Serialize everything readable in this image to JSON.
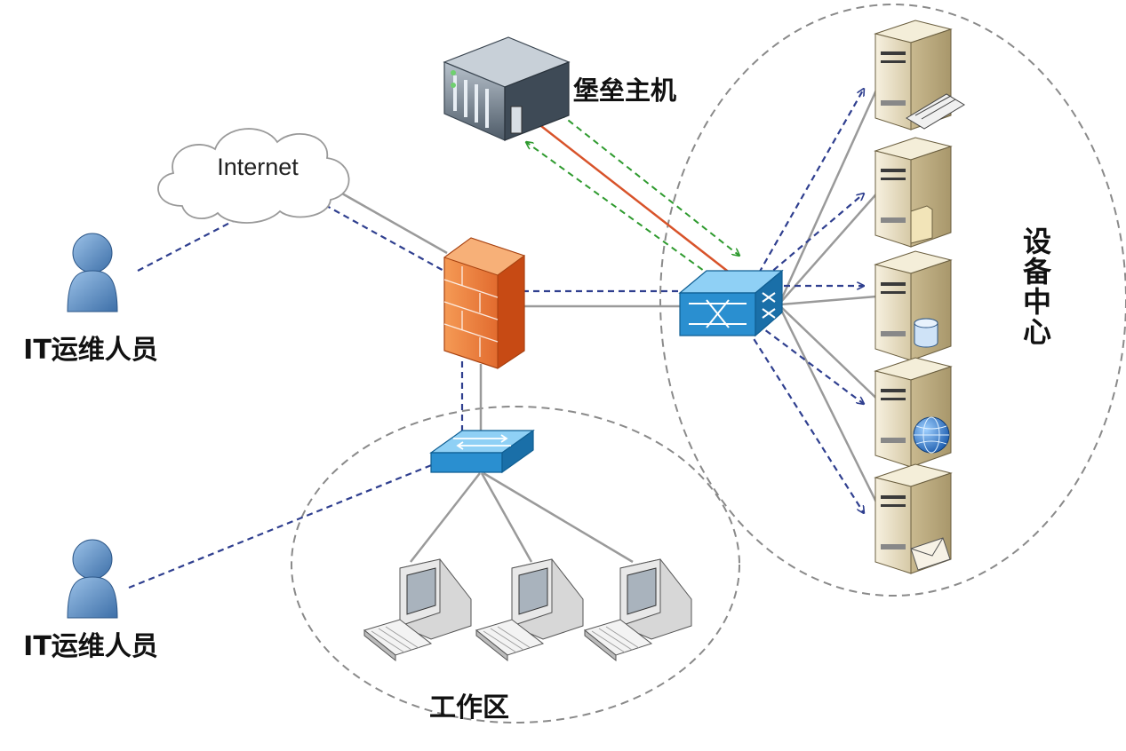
{
  "labels": {
    "internet": "Internet",
    "bastion_host": "堡垒主机",
    "it_staff_top": "IT运维人员",
    "it_staff_bottom": "IT运维人员",
    "work_area": "工作区",
    "datacenter_chars": [
      "设",
      "备",
      "中",
      "心"
    ]
  },
  "colors": {
    "dashed_blue": "#2f3f8f",
    "dashed_green": "#2e9a2e",
    "solid_red": "#d8532a",
    "link_gray": "#9a9a9a",
    "zone_border": "#8a8a8a",
    "switch_blue": "#2a8fd0",
    "firewall_orange": "#e8732a",
    "person_blue": "#5a8ec4",
    "server_beige": "#e6dcc2"
  },
  "icons": {
    "cloud": "cloud-icon",
    "firewall": "firewall-icon",
    "core_switch": "core-switch-icon",
    "access_switch": "access-switch-icon",
    "bastion": "rack-server-icon",
    "person": "person-icon",
    "workstation": "desktop-computer-icon",
    "servers": [
      "ftp-server-icon",
      "file-server-icon",
      "database-server-icon",
      "web-server-icon",
      "mail-server-icon"
    ]
  }
}
